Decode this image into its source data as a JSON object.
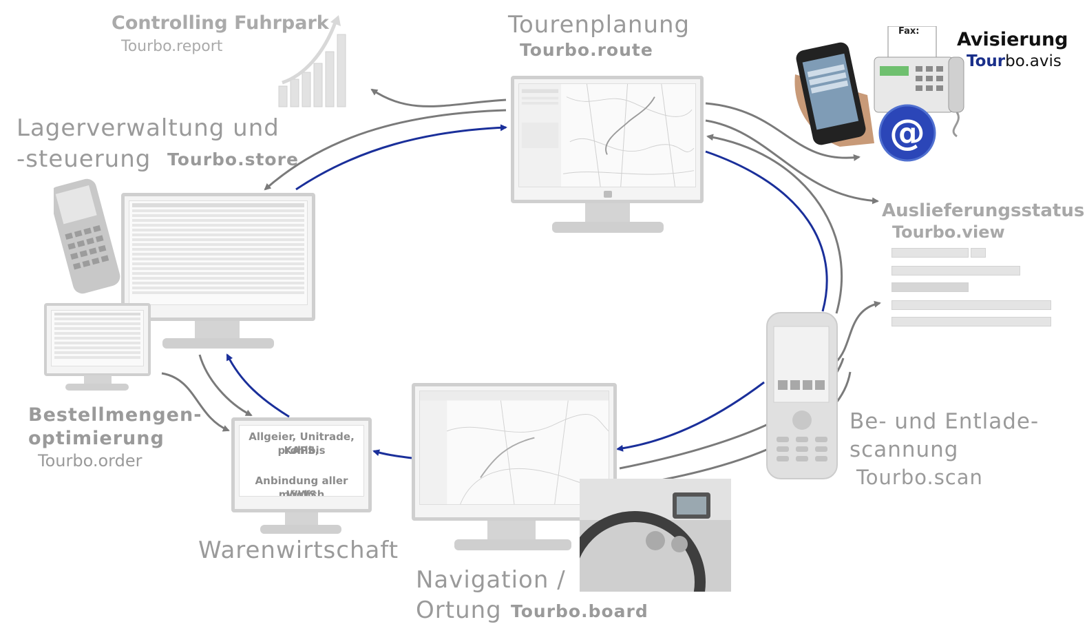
{
  "modules": {
    "controlling": {
      "title": "Controlling Fuhrpark",
      "product": "Tourbo.report"
    },
    "tourenplanung": {
      "title": "Tourenplanung",
      "product": "Tourbo.route"
    },
    "avisierung": {
      "title": "Avisierung",
      "product_prefix": "Tour",
      "product_suffix": "bo.avis",
      "fax_label": "Fax:"
    },
    "lager": {
      "title_line1": "Lagerverwaltung und",
      "title_line2": "-steuerung",
      "product": "Tourbo.store"
    },
    "auslieferung": {
      "title": "Auslieferungsstatus",
      "product": "Tourbo.view"
    },
    "bestellmengen": {
      "title_line1": "Bestellmengen-",
      "title_line2": "optimierung",
      "product": "Tourbo.order"
    },
    "warenwirtschaft": {
      "title": "Warenwirtschaft",
      "screen_line1": "Allgeier, Unitrade, KAPS,",
      "screen_line2": "prohibis",
      "screen_line3": "Anbindung aller WWS",
      "screen_line4": "möglich"
    },
    "navigation": {
      "title_line1": "Navigation /",
      "title_line2": "Ortung",
      "product": "Tourbo.board"
    },
    "scan": {
      "title_line1": "Be- und Entlade-",
      "title_line2": "scannung",
      "product": "Tourbo.scan"
    }
  },
  "colors": {
    "label_gray": "#9a9a9a",
    "arrow_gray": "#7a7a7a",
    "arrow_blue": "#1a2f9a",
    "avis_black": "#111111",
    "avis_blue": "#1a2f8a"
  }
}
